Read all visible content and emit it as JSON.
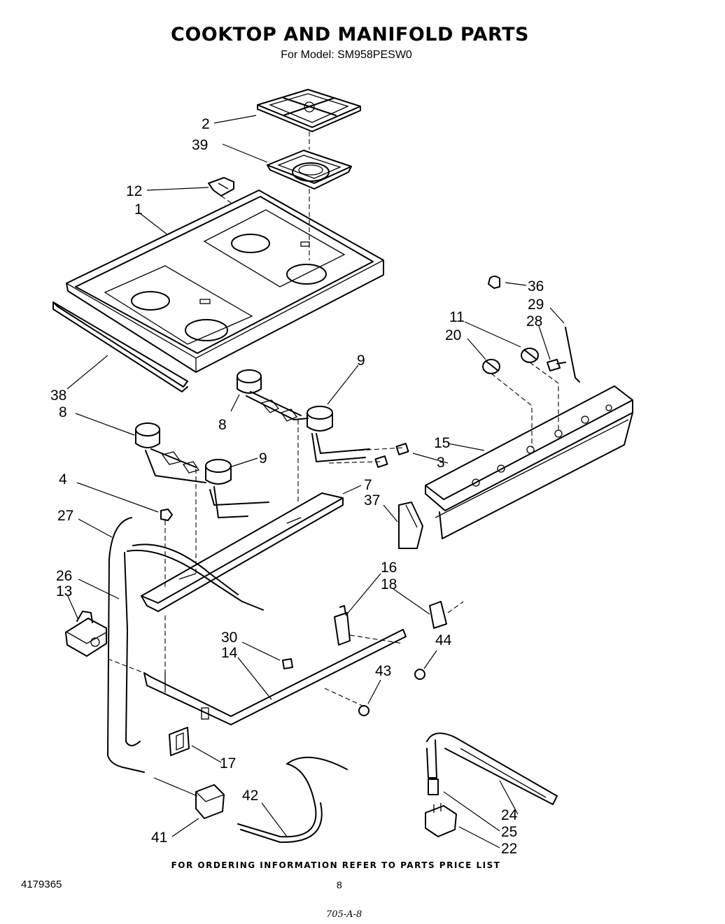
{
  "header": {
    "title": "COOKTOP  AND MANIFOLD PARTS",
    "subtitle": "For Model: SM958PESW0"
  },
  "footer": {
    "ordering_note": "FOR ORDERING INFORMATION REFER TO PARTS PRICE LIST",
    "document_number": "4179365",
    "page_number": "8",
    "handwritten_code": "705-A-8"
  },
  "callouts": [
    {
      "id": "c2",
      "label": "2"
    },
    {
      "id": "c39",
      "label": "39"
    },
    {
      "id": "c12",
      "label": "12"
    },
    {
      "id": "c1",
      "label": "1"
    },
    {
      "id": "c38",
      "label": "38"
    },
    {
      "id": "c8a",
      "label": "8"
    },
    {
      "id": "c8b",
      "label": "8"
    },
    {
      "id": "c9a",
      "label": "9"
    },
    {
      "id": "c9b",
      "label": "9"
    },
    {
      "id": "c3",
      "label": "3"
    },
    {
      "id": "c15",
      "label": "15"
    },
    {
      "id": "c36",
      "label": "36"
    },
    {
      "id": "c29",
      "label": "29"
    },
    {
      "id": "c11",
      "label": "11"
    },
    {
      "id": "c28",
      "label": "28"
    },
    {
      "id": "c20",
      "label": "20"
    },
    {
      "id": "c7",
      "label": "7"
    },
    {
      "id": "c37",
      "label": "37"
    },
    {
      "id": "c4",
      "label": "4"
    },
    {
      "id": "c27",
      "label": "27"
    },
    {
      "id": "c26",
      "label": "26"
    },
    {
      "id": "c13",
      "label": "13"
    },
    {
      "id": "c16",
      "label": "16"
    },
    {
      "id": "c18",
      "label": "18"
    },
    {
      "id": "c44",
      "label": "44"
    },
    {
      "id": "c30",
      "label": "30"
    },
    {
      "id": "c14",
      "label": "14"
    },
    {
      "id": "c43",
      "label": "43"
    },
    {
      "id": "c17",
      "label": "17"
    },
    {
      "id": "c42",
      "label": "42"
    },
    {
      "id": "c41",
      "label": "41"
    },
    {
      "id": "c24",
      "label": "24"
    },
    {
      "id": "c25",
      "label": "25"
    },
    {
      "id": "c22",
      "label": "22"
    }
  ]
}
